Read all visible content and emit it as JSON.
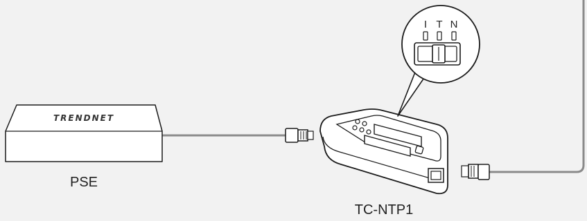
{
  "devices": {
    "pse_brand": "TRENDNET",
    "pse_label": "PSE",
    "tester_label": "TC-NTP1"
  },
  "switch": {
    "positions": [
      "I",
      "T",
      "N"
    ],
    "selected": "T"
  },
  "colors": {
    "background": "#f2f2f2",
    "cable": "#8a8a8a",
    "outline": "#1a1a1a",
    "device_fill": "#ffffff"
  }
}
